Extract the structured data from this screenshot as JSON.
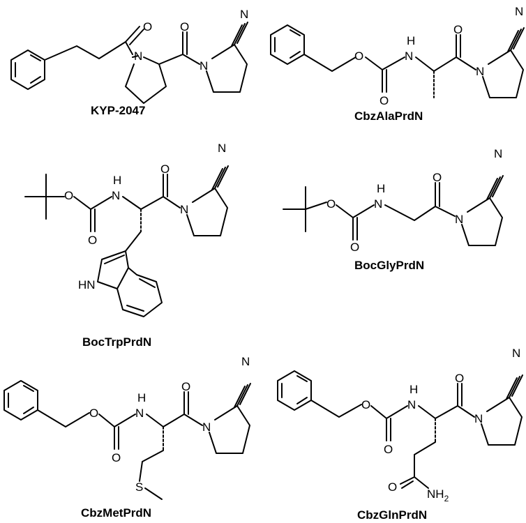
{
  "compounds": [
    {
      "name": "KYP-2047"
    },
    {
      "name": "CbzAlaPrdN"
    },
    {
      "name": "BocTrpPrdN"
    },
    {
      "name": "BocGlyPrdN"
    },
    {
      "name": "CbzMetPrdN"
    },
    {
      "name": "CbzGlnPrdN"
    }
  ],
  "atoms": {
    "O": "O",
    "N": "N",
    "H": "H",
    "HN": "HN",
    "S": "S",
    "NH2": "NH",
    "sub2": "2"
  }
}
